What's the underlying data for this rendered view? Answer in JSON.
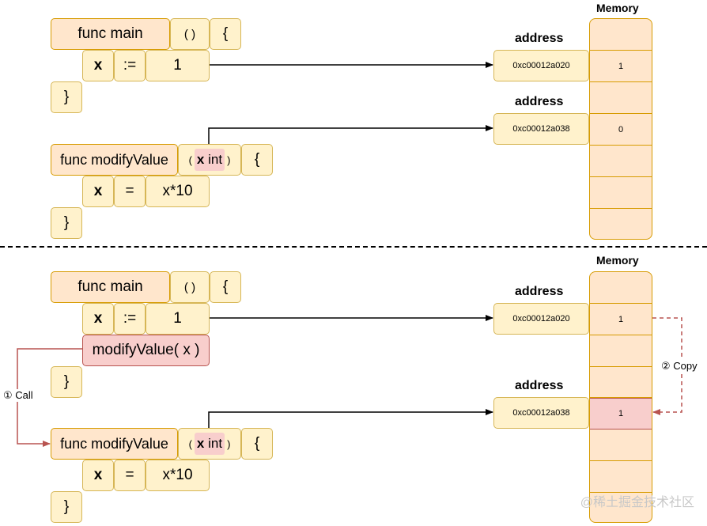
{
  "top": {
    "main_func": "func main",
    "main_parens": "(   )",
    "main_open": "{",
    "assign_var": "x",
    "assign_op": ":=",
    "assign_val": "1",
    "main_close": "}",
    "modify_func": "func modifyValue",
    "modify_param_open": "(",
    "modify_param_name": "x",
    "modify_param_type": "int",
    "modify_param_close": ")",
    "modify_open": "{",
    "body_var": "x",
    "body_op": "=",
    "body_expr": "x*10",
    "modify_close": "}",
    "address_label_1": "address",
    "address_1": "0xc00012a020",
    "address_label_2": "address",
    "address_2": "0xc00012a038",
    "memory_label": "Memory",
    "memory_cells": [
      "",
      "1",
      "",
      "0",
      "",
      "",
      ""
    ]
  },
  "bottom": {
    "main_func": "func main",
    "main_parens": "(   )",
    "main_open": "{",
    "assign_var": "x",
    "assign_op": ":=",
    "assign_val": "1",
    "call": "modifyValue( x )",
    "main_close": "}",
    "modify_func": "func modifyValue",
    "modify_param_open": "(",
    "modify_param_name": "x",
    "modify_param_type": "int",
    "modify_param_close": ")",
    "modify_open": "{",
    "body_var": "x",
    "body_op": "=",
    "body_expr": "x*10",
    "modify_close": "}",
    "address_label_1": "address",
    "address_1": "0xc00012a020",
    "address_label_2": "address",
    "address_2": "0xc00012a038",
    "memory_label": "Memory",
    "memory_cells": [
      "",
      "1",
      "",
      "",
      "1",
      "",
      "",
      ""
    ],
    "call_note": "① Call",
    "copy_note": "② Copy"
  },
  "watermark": "@稀土掘金技术社区",
  "colors": {
    "box_fill": "#fff2cc",
    "box_border": "#d6b656",
    "code_fill": "#ffe6cc",
    "code_border": "#d79b00",
    "highlight_fill": "#f8cecc",
    "highlight_border": "#b85450"
  }
}
